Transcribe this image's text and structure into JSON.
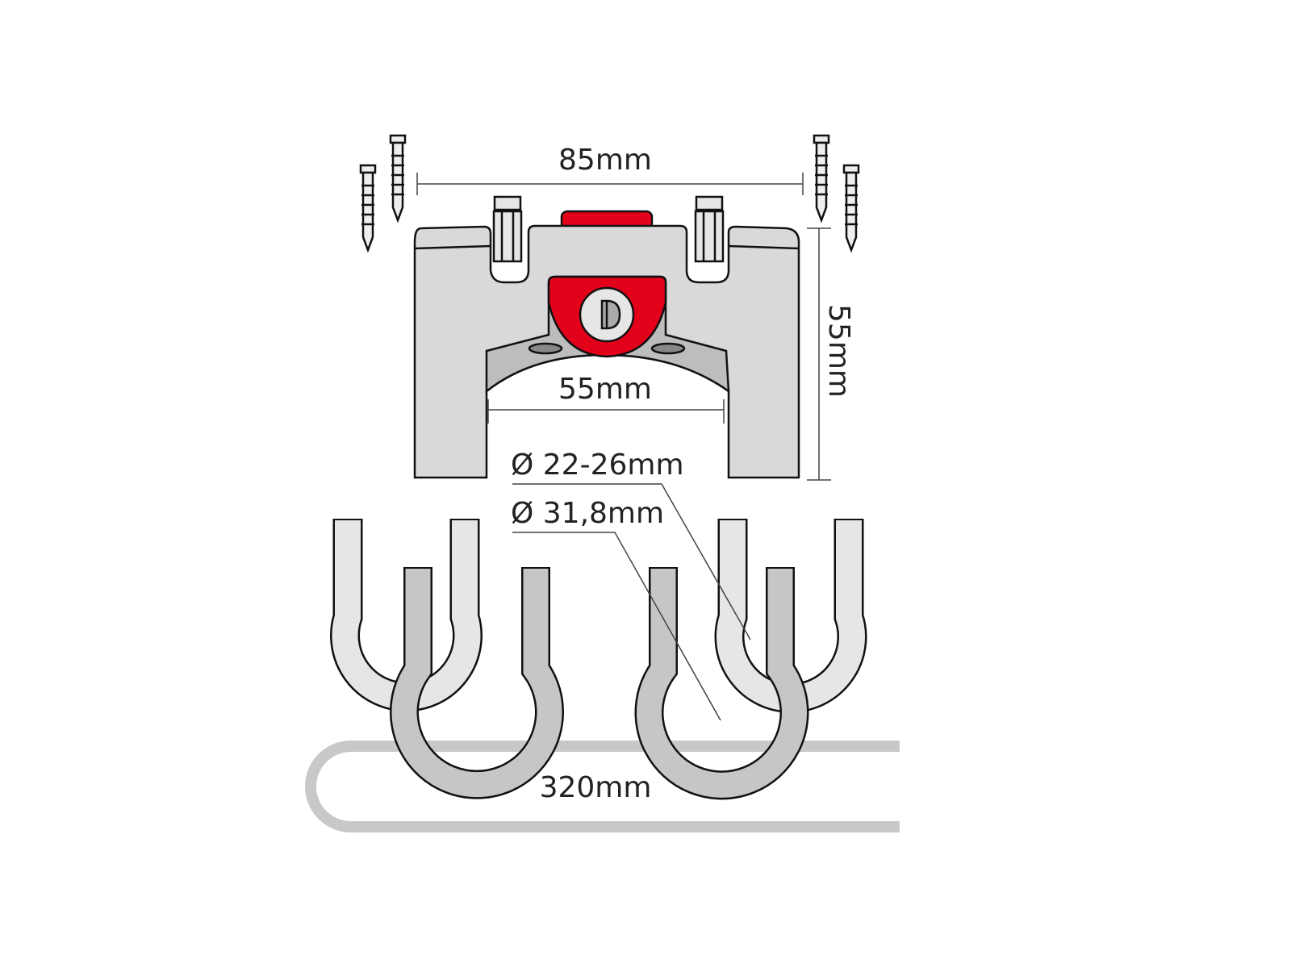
{
  "dimensions": {
    "screw_spacing": "85mm",
    "height": "55mm",
    "inner_width": "55mm",
    "clamp_small_diameter": "Ø 22-26mm",
    "clamp_large_diameter": "Ø 31,8mm",
    "cable_length": "320mm"
  },
  "colors": {
    "body": "#d9d9d9",
    "accent_red": "#e2001a",
    "clamp_light": "#e6e6e6",
    "clamp_dark": "#c6c6c6",
    "cable": "#c8c8c8"
  }
}
